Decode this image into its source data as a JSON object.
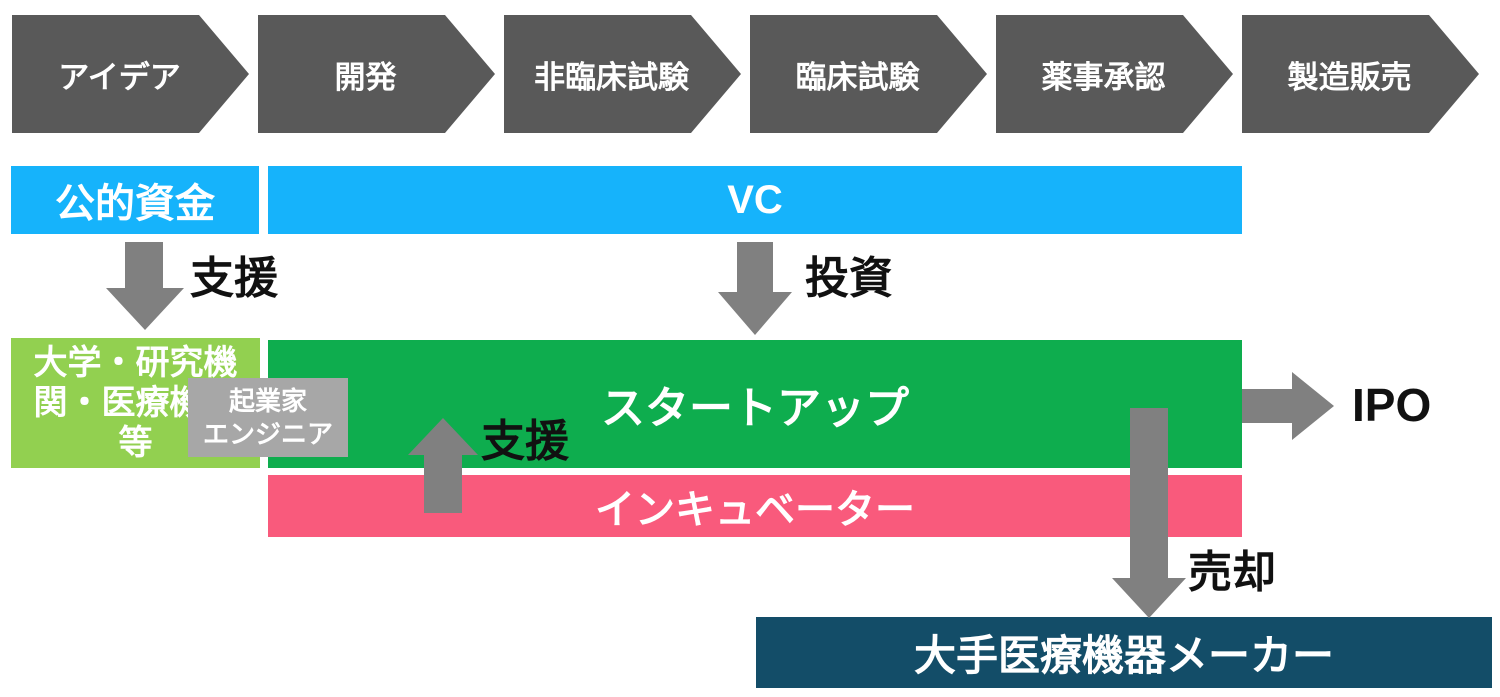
{
  "pipeline": {
    "stages": [
      "アイデア",
      "開発",
      "非臨床試験",
      "臨床試験",
      "薬事承認",
      "製造販売"
    ]
  },
  "funders": {
    "public_funding": "公的資金",
    "vc": "VC"
  },
  "actors": {
    "research_institutions": "大学・研究機\n関・医療機関\n等",
    "entrepreneurs": "起業家\nエンジニア",
    "startup": "スタートアップ",
    "incubator": "インキュベーター",
    "manufacturer": "大手医療機器メーカー"
  },
  "flows": {
    "public_support": "支援",
    "vc_investment": "投資",
    "incubator_support": "支援",
    "ipo": "IPO",
    "sale": "売却"
  },
  "colors": {
    "stage_gray": "#595959",
    "funding_blue": "#16B3FB",
    "light_green": "#92D050",
    "green": "#0EAD4E",
    "pink": "#F95A7C",
    "gray_box": "#A7A7A7",
    "arrow_gray": "#808080",
    "dark_teal": "#134D68"
  }
}
